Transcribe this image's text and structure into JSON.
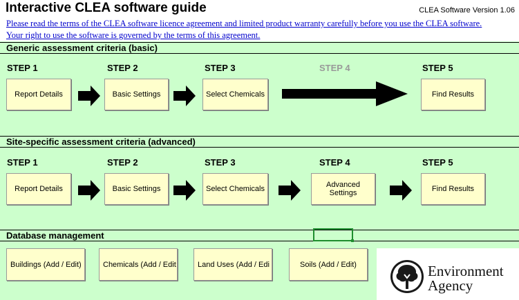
{
  "header": {
    "title": "Interactive CLEA software guide",
    "version": "CLEA Software Version 1.06",
    "licence_line1": "Please read the terms of the CLEA software licence agreement and limited product warranty carefully before you use the CLEA software.",
    "licence_line2": "Your right to use the software is governed by the terms of this agreement."
  },
  "generic": {
    "heading": "Generic assessment criteria (basic)",
    "steps": [
      "STEP 1",
      "STEP 2",
      "STEP 3",
      "STEP 4",
      "STEP 5"
    ],
    "buttons": [
      "Report Details",
      "Basic Settings",
      "Select Chemicals",
      "Find Results"
    ]
  },
  "site": {
    "heading": "Site-specific assessment criteria (advanced)",
    "steps": [
      "STEP 1",
      "STEP 2",
      "STEP 3",
      "STEP 4",
      "STEP 5"
    ],
    "buttons": [
      "Report Details",
      "Basic Settings",
      "Select Chemicals",
      "Advanced Settings",
      "Find Results"
    ]
  },
  "database": {
    "heading": "Database management",
    "buttons": [
      "Buildings (Add / Edit)",
      "Chemicals (Add / Edit",
      "Land Uses (Add / Edi",
      "Soils (Add / Edit)"
    ]
  },
  "logo": {
    "line1": "Environment",
    "line2": "Agency"
  },
  "colors": {
    "panel": "#ccffcc",
    "button": "#ffffcc",
    "link": "#0000cc",
    "selection": "#1e8e2e"
  },
  "icons": [
    "arrow-right-icon",
    "tree-logo-icon"
  ]
}
